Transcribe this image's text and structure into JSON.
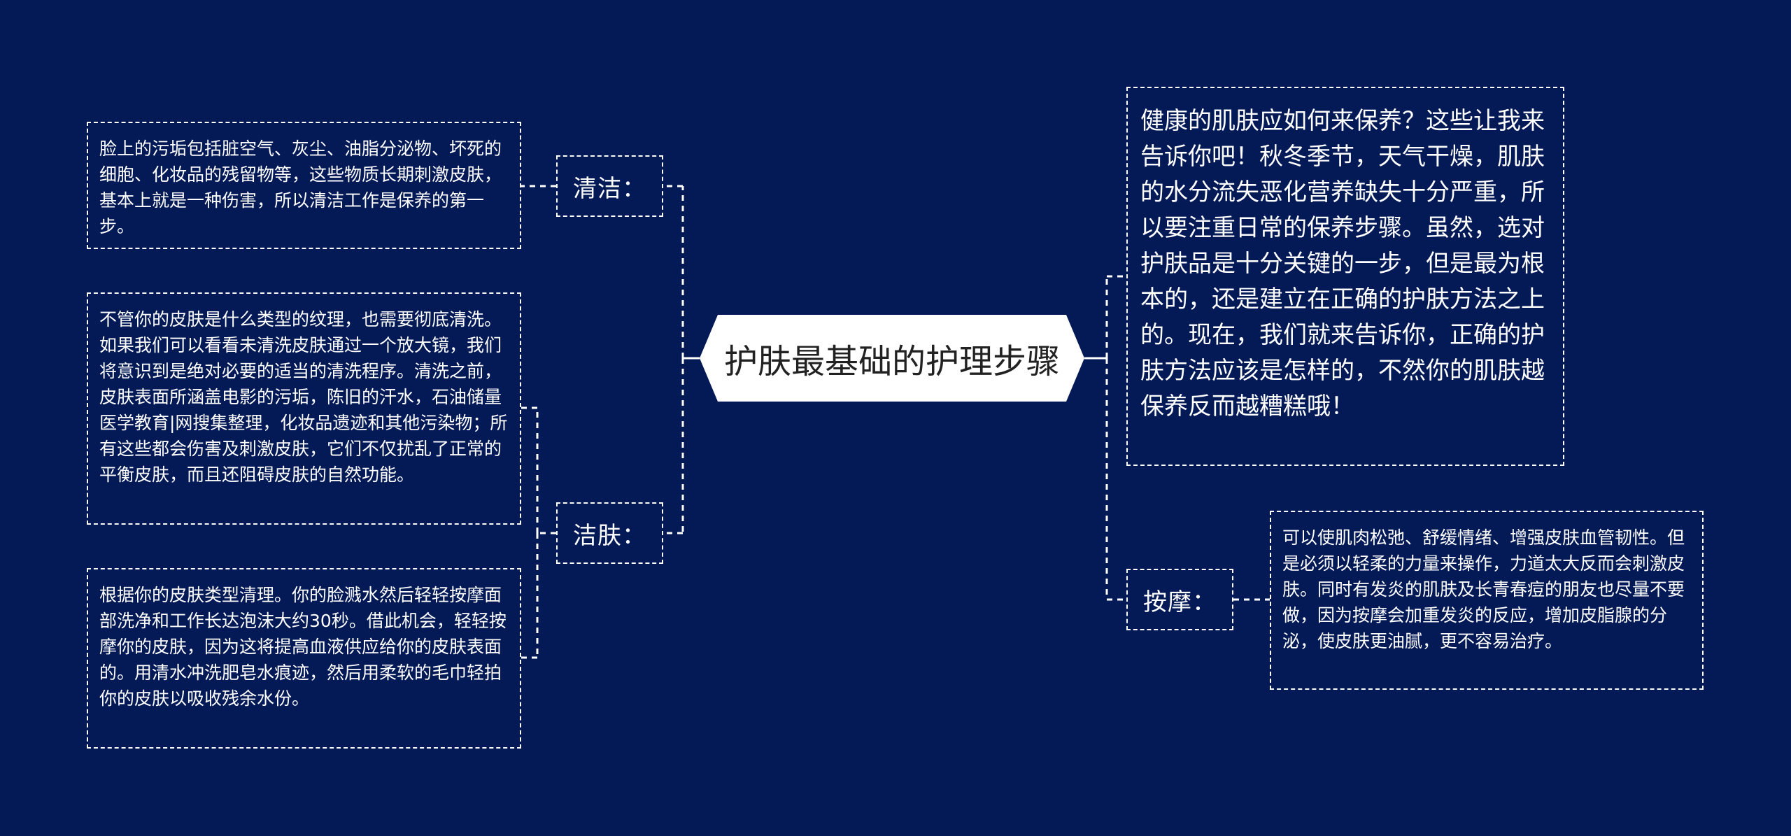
{
  "theme": {
    "background": "#031a57",
    "line_color": "#ffffff",
    "center_fill": "#ffffff",
    "center_text": "#222222"
  },
  "center": {
    "title": "护肤最基础的护理步骤"
  },
  "right_intro": {
    "text": "健康的肌肤应如何来保养？这些让我来告诉你吧！秋冬季节，天气干燥，肌肤的水分流失恶化营养缺失十分严重，所以要注重日常的保养步骤。虽然，选对护肤品是十分关键的一步，但是最为根本的，还是建立在正确的护肤方法之上的。现在，我们就来告诉你，正确的护肤方法应该是怎样的，不然你的肌肤越保养反而越糟糕哦！"
  },
  "branches": {
    "cleaning": {
      "label": "清洁：",
      "note": "脸上的污垢包括脏空气、灰尘、油脂分泌物、坏死的细胞、化妆品的残留物等，这些物质长期刺激皮肤，基本上就是一种伤害，所以清洁工作是保养的第一步。"
    },
    "cleansing": {
      "label": "洁肤：",
      "note_1": "不管你的皮肤是什么类型的纹理，也需要彻底清洗。如果我们可以看看未清洗皮肤通过一个放大镜，我们将意识到是绝对必要的适当的清洗程序。清洗之前，皮肤表面所涵盖电影的污垢，陈旧的汗水，石油储量医学教育|网搜集整理，化妆品遗迹和其他污染物；所有这些都会伤害及刺激皮肤，它们不仅扰乱了正常的平衡皮肤，而且还阻碍皮肤的自然功能。",
      "note_2": "根据你的皮肤类型清理。你的脸溅水然后轻轻按摩面部洗净和工作长达泡沫大约30秒。借此机会，轻轻按摩你的皮肤，因为这将提高血液供应给你的皮肤表面的。用清水冲洗肥皂水痕迹，然后用柔软的毛巾轻拍你的皮肤以吸收残余水份。"
    },
    "massage": {
      "label": "按摩：",
      "note": "可以使肌肉松弛、舒缓情绪、增强皮肤血管韧性。但是必须以轻柔的力量来操作，力道太大反而会刺激皮肤。同时有发炎的肌肤及长青春痘的朋友也尽量不要做，因为按摩会加重发炎的反应，增加皮脂腺的分泌，使皮肤更油腻，更不容易治疗。"
    }
  }
}
